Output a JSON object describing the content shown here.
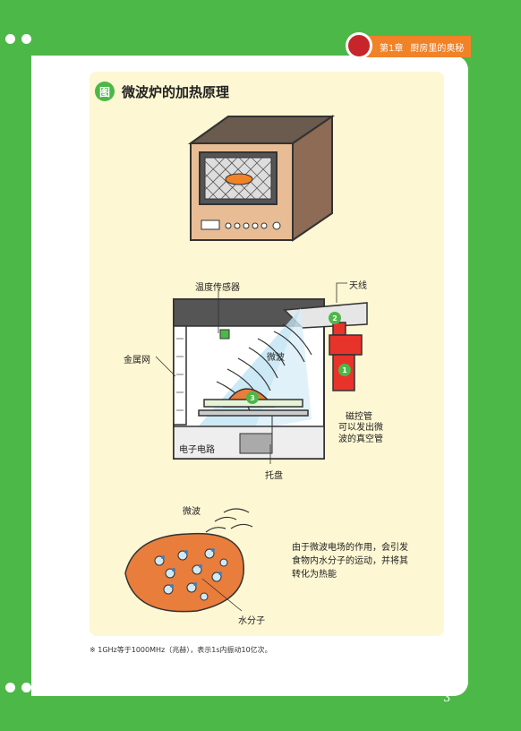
{
  "chapter": {
    "label": "第1章",
    "title": "厨房里的奥秘"
  },
  "figure": {
    "badge": "图",
    "title": "微波炉的加热原理"
  },
  "diagram_labels": {
    "temp_sensor": "温度传感器",
    "antenna": "天线",
    "metal_mesh": "金属网",
    "microwave": "微波",
    "magnetron": "磁控管",
    "magnetron_note_1": "可以发出微",
    "magnetron_note_2": "波的真空管",
    "circuit": "电子电路",
    "tray": "托盘",
    "microwave_2": "微波",
    "water_molecule": "水分子"
  },
  "badges": {
    "b1": "1",
    "b2": "2",
    "b3": "3"
  },
  "caption": [
    "由于微波电场的作用，会引发",
    "食物内水分子的运动，并将其",
    "转化为热能"
  ],
  "note": "※ 1GHz等于1000MHz（兆赫），表示1s内振动10亿次。",
  "page_number": "3",
  "colors": {
    "green": "#4cb848",
    "orange": "#f08228",
    "panel": "#fdf7d3",
    "magnetron": "#e8332b"
  }
}
